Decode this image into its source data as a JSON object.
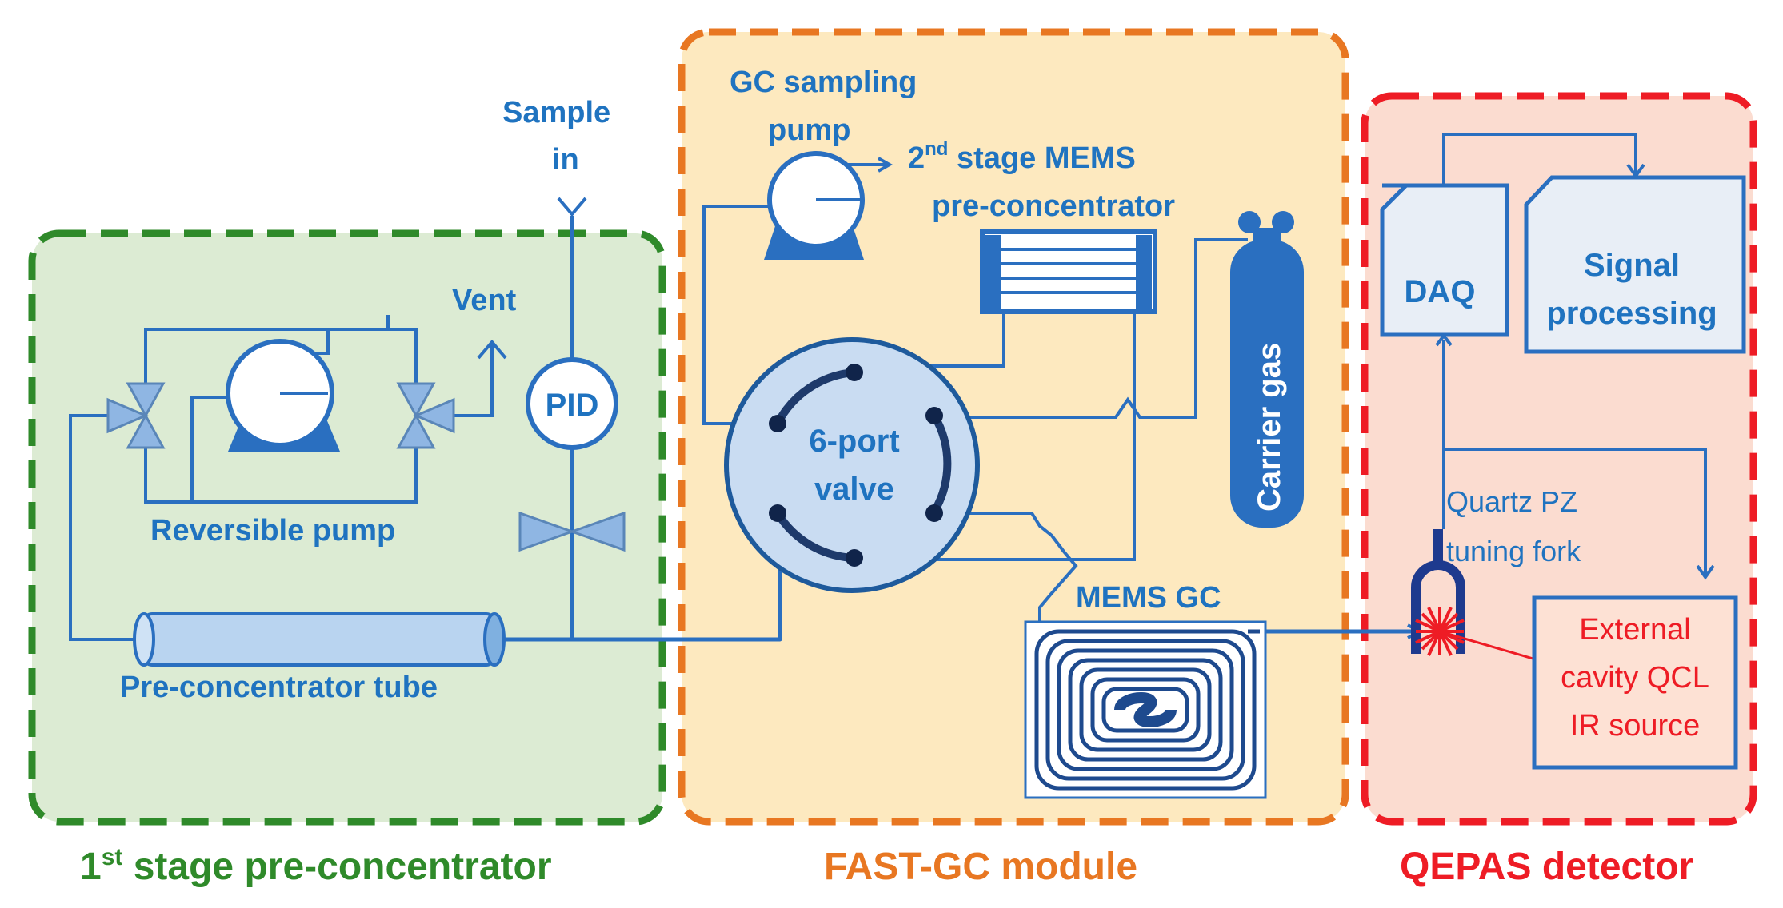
{
  "sections": {
    "stage1": {
      "title_main": "1",
      "title_sup": "st",
      "title_rest": " stage pre-concentrator",
      "color": "#2f8a2a",
      "fill": "#dcebd3"
    },
    "fastgc": {
      "title": "FAST-GC module",
      "color": "#e87722",
      "fill": "#fde9bf"
    },
    "qepas": {
      "title": "QEPAS detector",
      "color": "#ee1c25",
      "fill": "#fbdcd0"
    }
  },
  "labels": {
    "sample_in_1": "Sample",
    "sample_in_2": "in",
    "vent": "Vent",
    "pid": "PID",
    "reversible_pump": "Reversible pump",
    "preconcentrator_tube": "Pre-concentrator tube",
    "gc_pump_1": "GC sampling",
    "gc_pump_2": "pump",
    "mems_pc_1_main": "2",
    "mems_pc_1_sup": "nd",
    "mems_pc_1_rest": " stage MEMS",
    "mems_pc_2": "pre-concentrator",
    "valve_1": "6-port",
    "valve_2": "valve",
    "carrier_gas": "Carrier gas",
    "mems_gc": "MEMS GC",
    "daq": "DAQ",
    "signal_1": "Signal",
    "signal_2": "processing",
    "tuning_fork_1": "Quartz PZ",
    "tuning_fork_2": "tuning fork",
    "qcl_1": "External",
    "qcl_2": "cavity QCL",
    "qcl_3": "IR source"
  },
  "colors": {
    "pipe": "#2a6fc0",
    "text_blue": "#1f73c0",
    "laser_red": "#ee1c25",
    "device_fill": "#2a6fc0"
  }
}
